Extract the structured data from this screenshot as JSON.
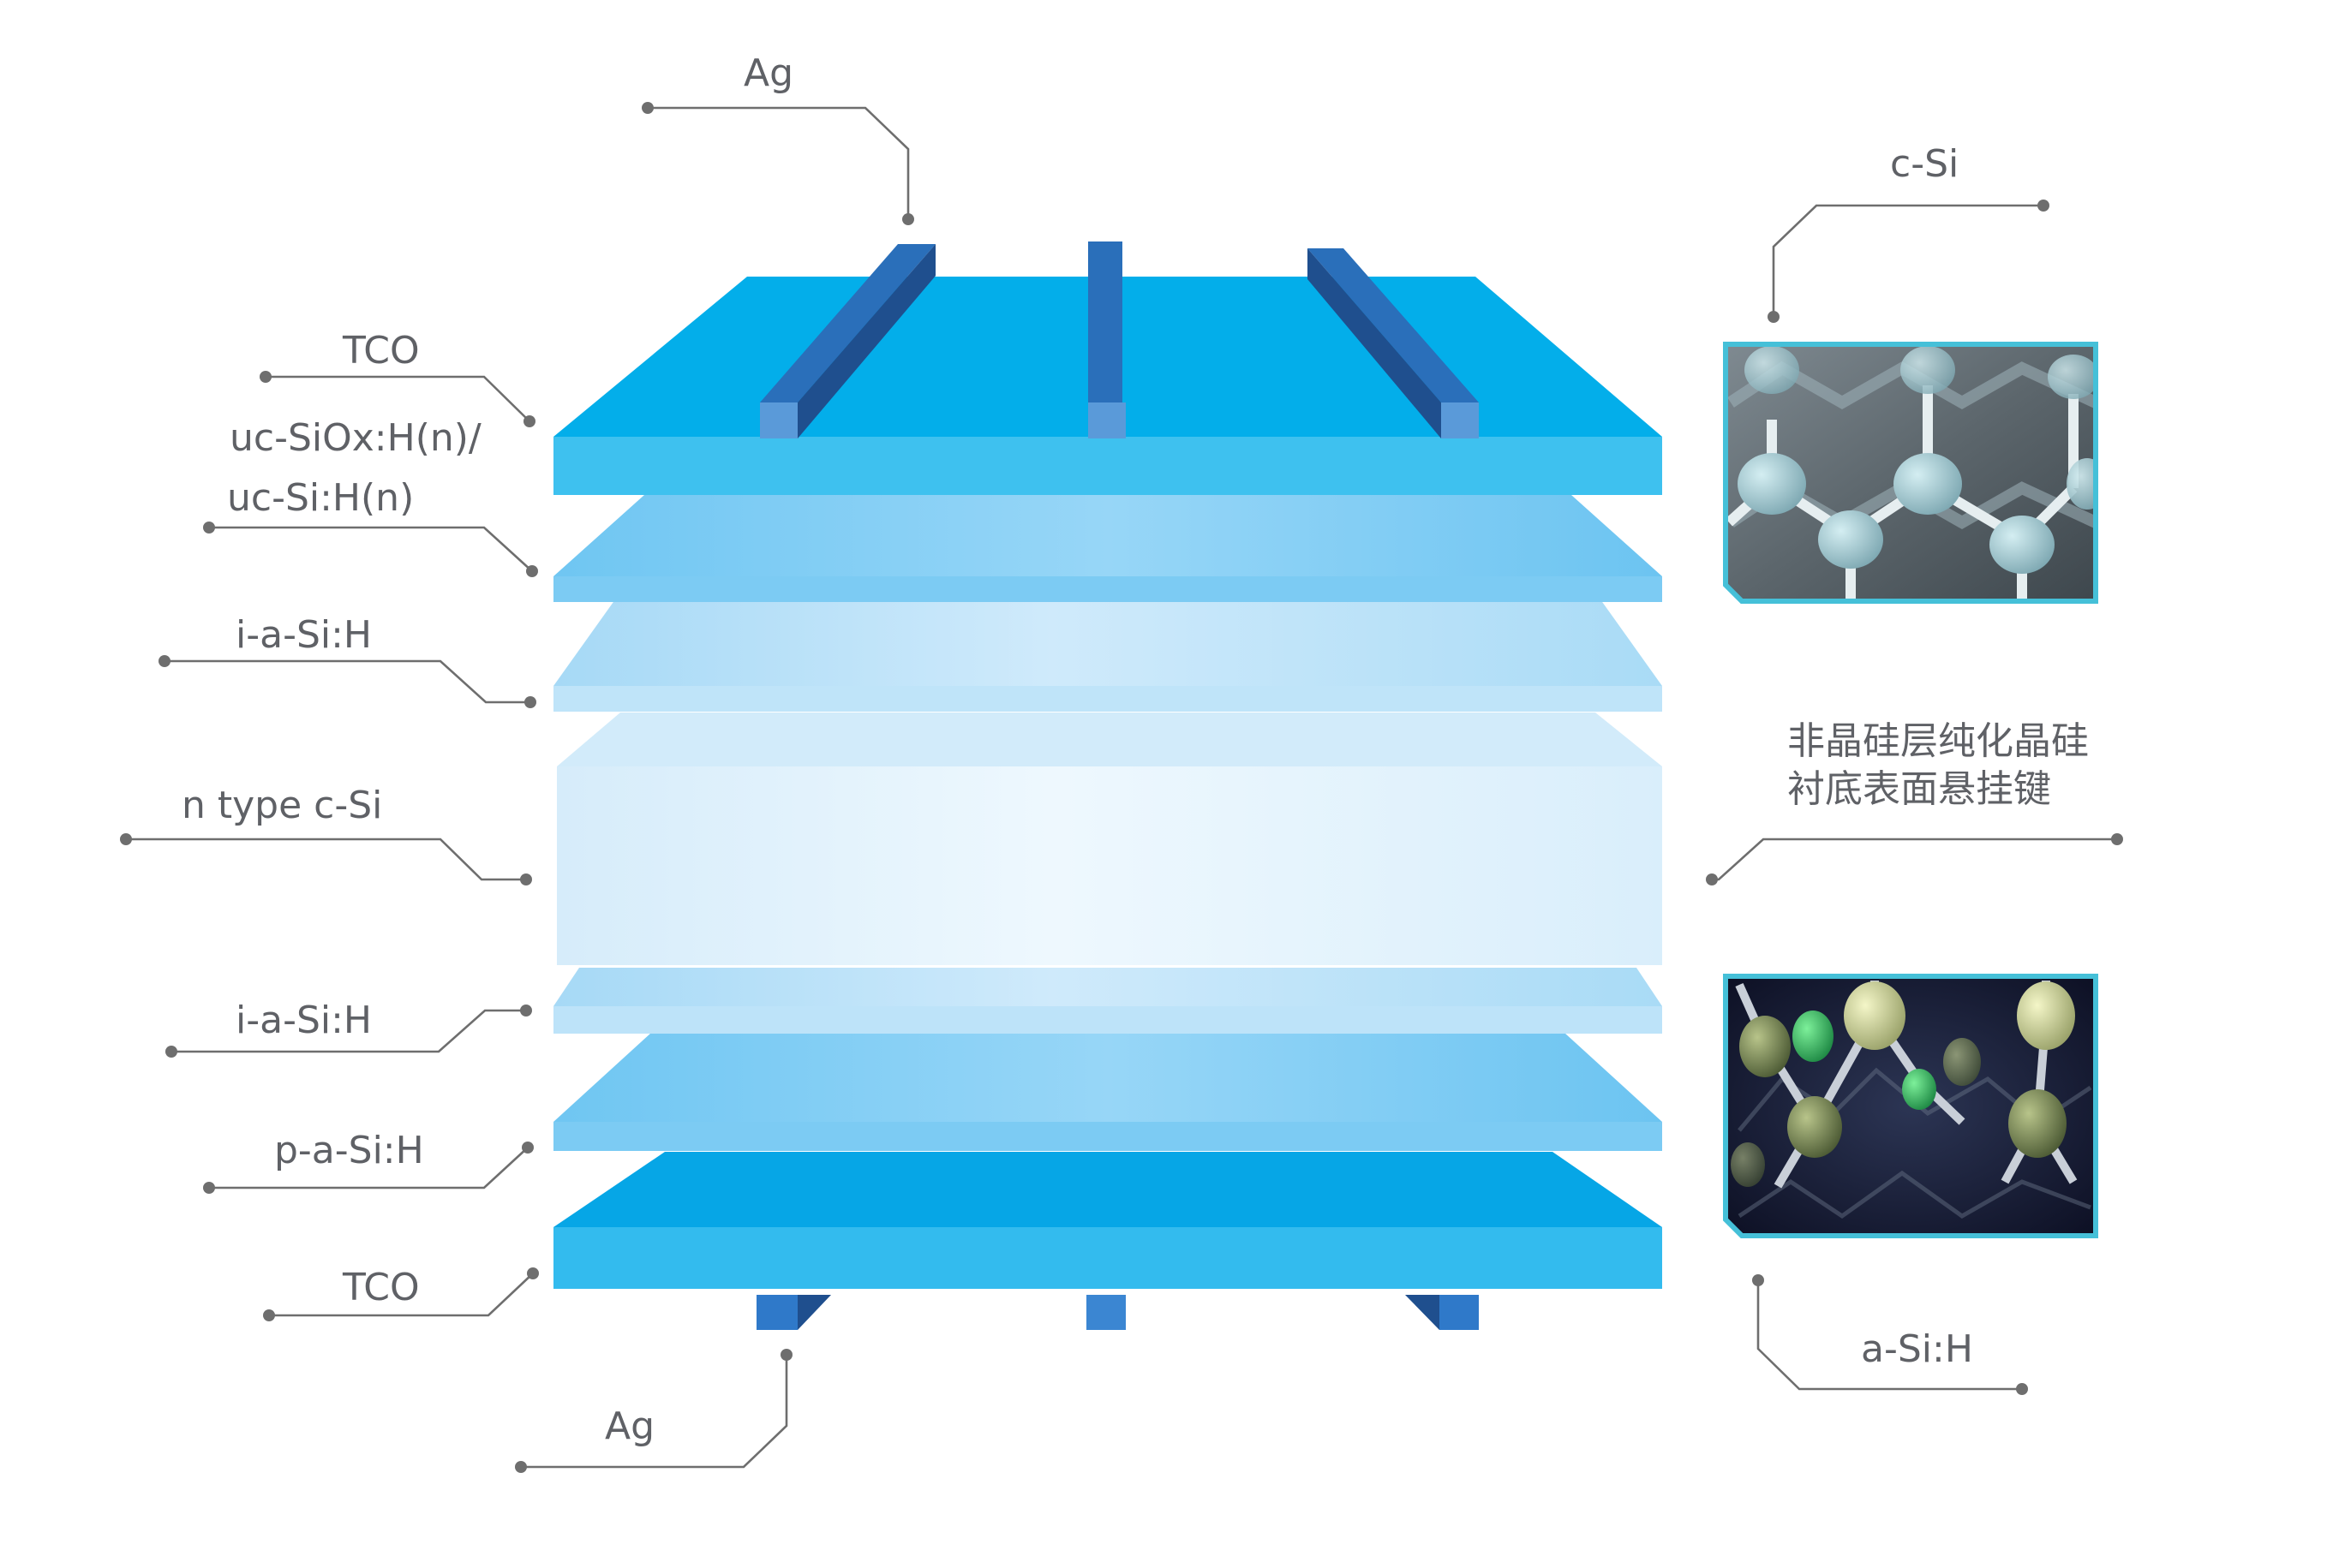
{
  "labels": {
    "ag_top": "Ag",
    "tco_top": "TCO",
    "uc_siox_line1": "uc-SiOx:H(n)/",
    "uc_siox_line2": "uc-Si:H(n)",
    "i_asi_top": "i-a-Si:H",
    "n_type": "n type c-Si",
    "i_asi_bottom": "i-a-Si:H",
    "p_asi": "p-a-Si:H",
    "tco_bottom": "TCO",
    "ag_bottom": "Ag",
    "c_si": "c-Si",
    "a_si_h": "a-Si:H",
    "note_line1": "非晶硅层纯化晶硅",
    "note_line2": "衬底表面悬挂键"
  },
  "colors": {
    "tco": "#0bb2ea",
    "tco_front": "#3fc1ef",
    "layer_mid": "#7fcdf4",
    "layer_light": "#b6e0f8",
    "wafer": "#e2f2fc",
    "finger_side": "#2a6fba",
    "finger_dark": "#1f4f8e",
    "finger_end": "#5a9ad9",
    "inset_frame": "#45c0d8",
    "leader": "#6e6e6e",
    "label_text": "#5f6166"
  },
  "icons": {
    "c_si_inset": "crystalline-silicon-lattice-image",
    "a_si_inset": "amorphous-silicon-lattice-image"
  }
}
